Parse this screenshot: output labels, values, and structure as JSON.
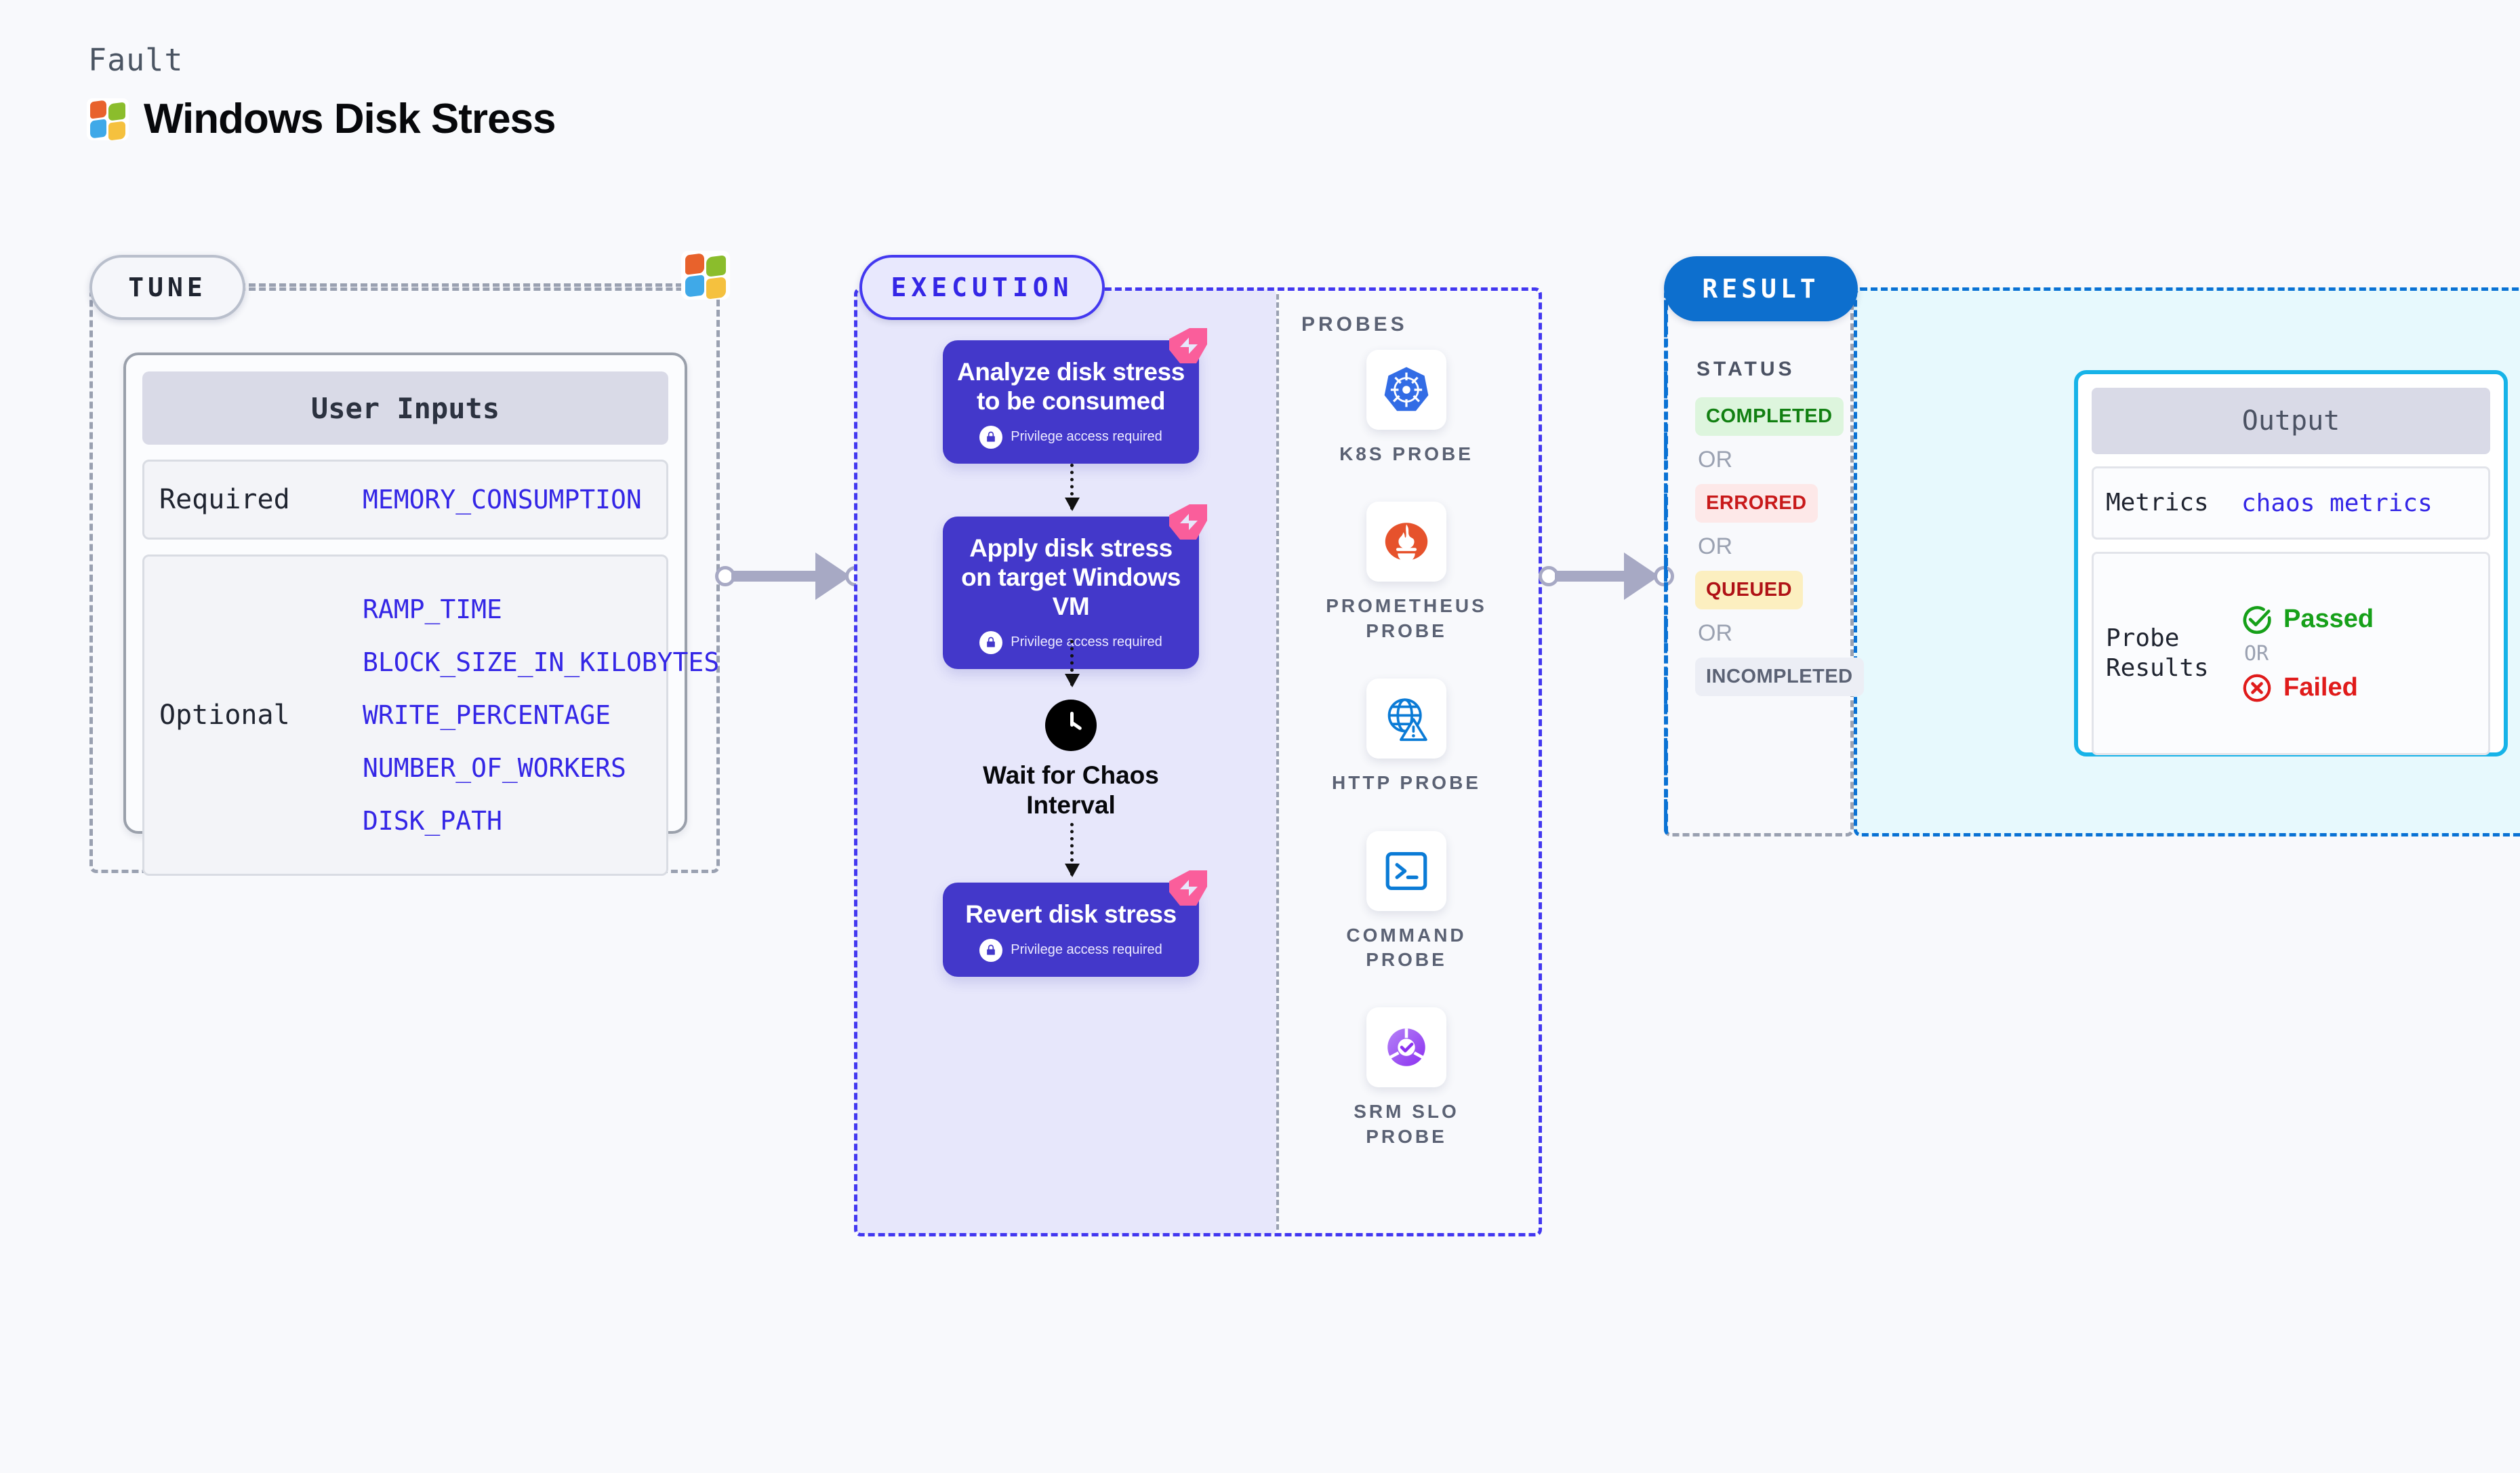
{
  "header": {
    "eyebrow": "Fault",
    "title": "Windows Disk Stress",
    "logo_icon": "windows-logo-icon"
  },
  "tune": {
    "badge": "TUNE",
    "logo_icon": "windows-logo-icon",
    "card_title": "User Inputs",
    "rows": [
      {
        "label": "Required",
        "params": [
          "MEMORY_CONSUMPTION"
        ]
      },
      {
        "label": "Optional",
        "params": [
          "RAMP_TIME",
          "BLOCK_SIZE_IN_KILOBYTES",
          "WRITE_PERCENTAGE",
          "NUMBER_OF_WORKERS",
          "DISK_PATH"
        ]
      }
    ]
  },
  "execution": {
    "badge": "EXECUTION",
    "privilege_note": "Privilege access required",
    "nodes": [
      {
        "title": "Analyze disk stress to be consumed",
        "privilege": "Privilege access required"
      },
      {
        "title": "Apply disk stress on target Windows VM",
        "privilege": "Privilege access required"
      },
      {
        "title": "Revert disk stress",
        "privilege": "Privilege access required"
      }
    ],
    "wait": {
      "label": "Wait for Chaos Interval",
      "icon": "clock-icon"
    },
    "probes_label": "PROBES",
    "probes": [
      {
        "name": "K8S PROBE",
        "icon": "kubernetes-icon"
      },
      {
        "name": "PROMETHEUS PROBE",
        "icon": "prometheus-icon"
      },
      {
        "name": "HTTP PROBE",
        "icon": "http-globe-warning-icon"
      },
      {
        "name": "COMMAND PROBE",
        "icon": "terminal-icon"
      },
      {
        "name": "SRM SLO PROBE",
        "icon": "srm-slo-icon"
      }
    ]
  },
  "result": {
    "badge": "RESULT",
    "status_label": "STATUS",
    "or_label": "OR",
    "statuses": [
      {
        "label": "COMPLETED",
        "class": "p-completed"
      },
      {
        "label": "ERRORED",
        "class": "p-errored"
      },
      {
        "label": "QUEUED",
        "class": "p-queued"
      },
      {
        "label": "INCOMPLETED",
        "class": "p-incomplete"
      }
    ]
  },
  "output": {
    "card_title": "Output",
    "metrics_key": "Metrics",
    "metrics_value": "chaos metrics",
    "probe_results_key": "Probe Results",
    "passed_label": "Passed",
    "or_label": "OR",
    "failed_label": "Failed"
  },
  "colors": {
    "page_bg": "#f8f9fc",
    "tune_border": "#9aa1b1",
    "exec_border": "#4338f0",
    "exec_fill": "#e7e7fb",
    "node_bg": "#4338ca",
    "result_border": "#0a72d4",
    "result_badge": "#0d6fce",
    "output_fill": "#e7f9fd",
    "output_card_border": "#17b3e8",
    "param_blue": "#3426e6",
    "fault_pink": "#fa5e9b",
    "passed_green": "#16a019",
    "failed_red": "#e01b1b"
  }
}
